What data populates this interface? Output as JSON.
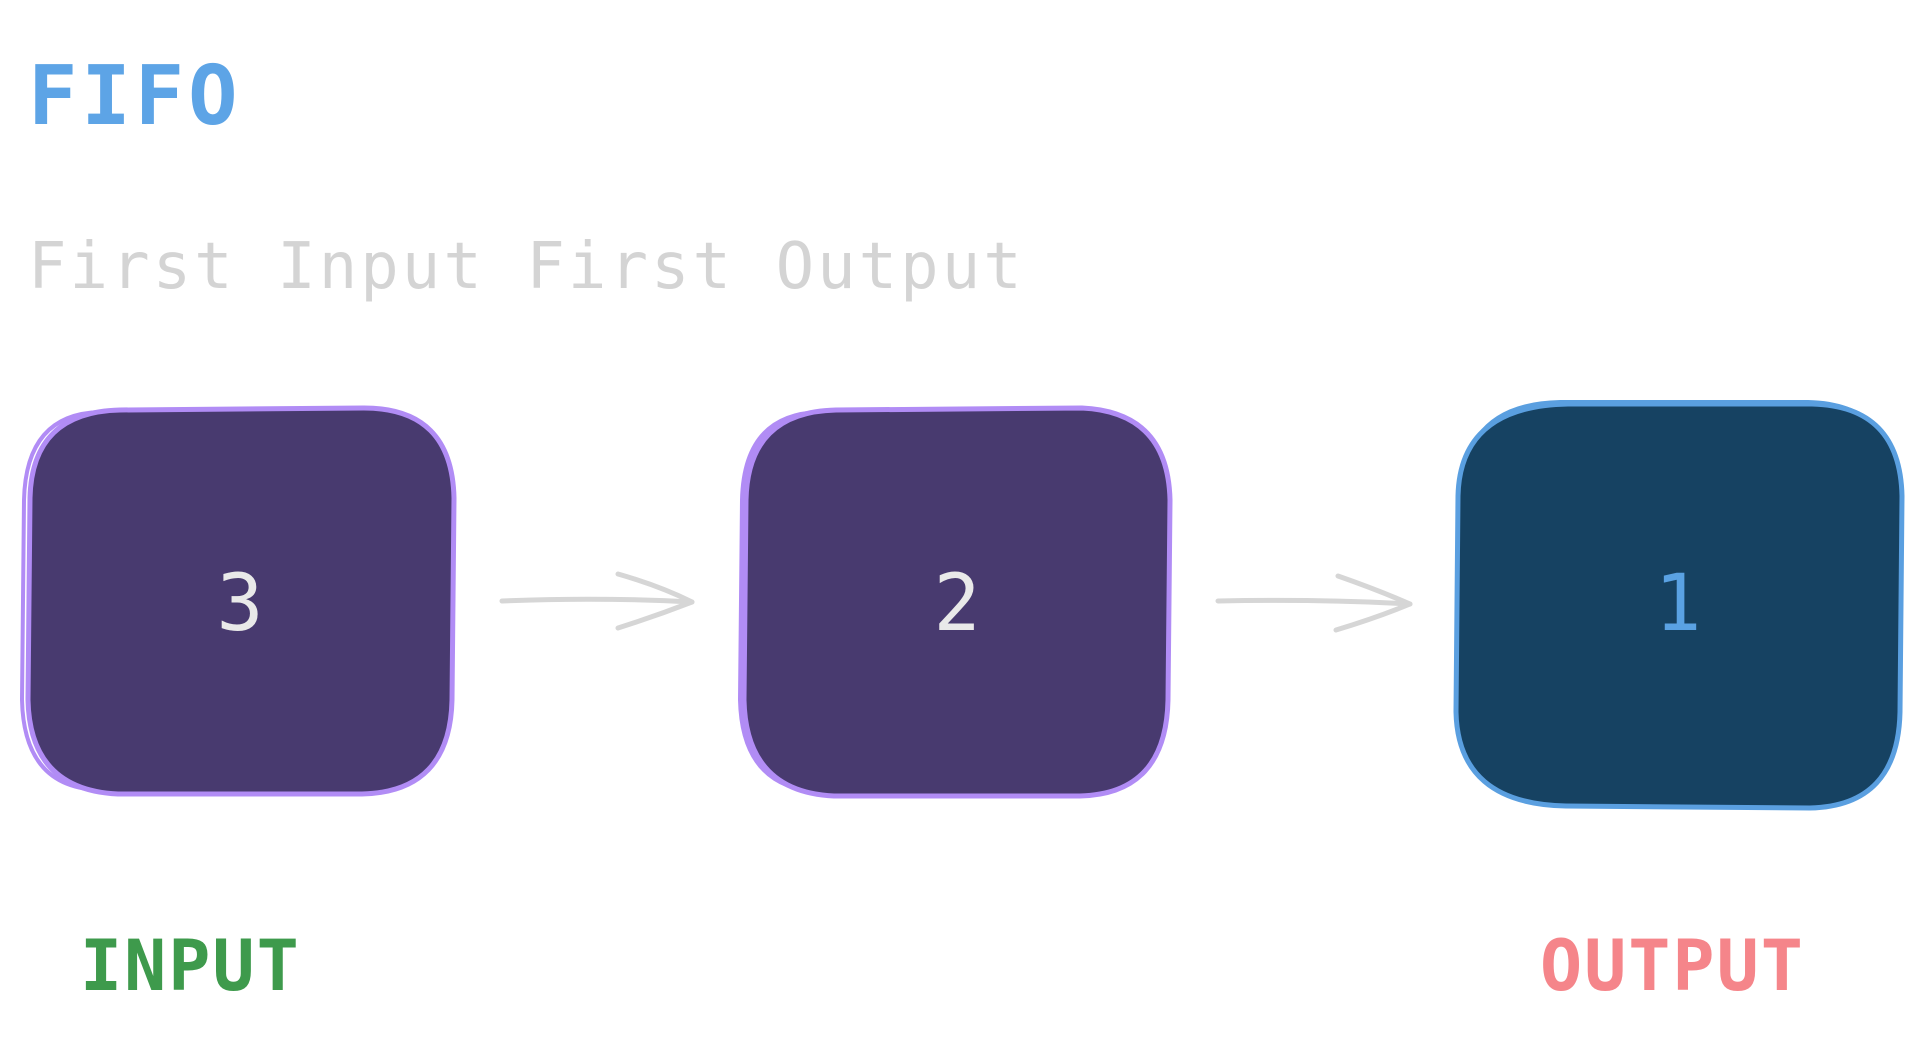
{
  "title": "FIFO",
  "subtitle": "First Input First Output",
  "queue": [
    {
      "label": "3",
      "fill": "#483a6f",
      "stroke": "#b18cf5",
      "text_color": "#e9e9e9"
    },
    {
      "label": "2",
      "fill": "#483a6f",
      "stroke": "#b18cf5",
      "text_color": "#e9e9e9"
    },
    {
      "label": "1",
      "fill": "#164262",
      "stroke": "#5a9fe0",
      "text_color": "#5aa2e3"
    }
  ],
  "input_label": "INPUT",
  "output_label": "OUTPUT",
  "colors": {
    "title": "#5da4e6",
    "subtitle": "#d4d4d4",
    "arrow": "#d6d6d6",
    "input": "#3e9a4c",
    "output": "#f5858a"
  }
}
